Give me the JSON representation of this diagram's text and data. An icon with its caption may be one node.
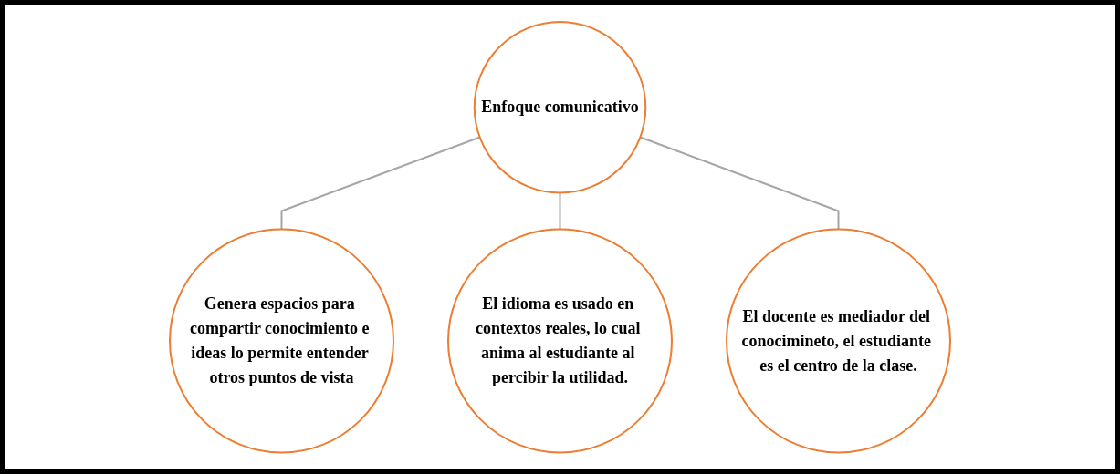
{
  "diagram": {
    "nodes": [
      {
        "text": [
          "Enfoque comunicativo"
        ]
      },
      {
        "text": [
          "Genera espacios para compartir conocimiento e ideas lo permite entender otros puntos de vista"
        ]
      },
      {
        "text": [
          "El idioma es usado en contextos reales, lo cual anima al estudiante al percibir la utilidad."
        ]
      },
      {
        "text": [
          "El docente es mediador del conocimineto, el estudiante es el centro de la clase."
        ]
      }
    ],
    "edges": [
      {
        "from": 0,
        "to": 1,
        "arrow": "none"
      },
      {
        "from": 0,
        "to": 2,
        "arrow": "none"
      },
      {
        "from": 0,
        "to": 3,
        "arrow": "none"
      }
    ]
  }
}
